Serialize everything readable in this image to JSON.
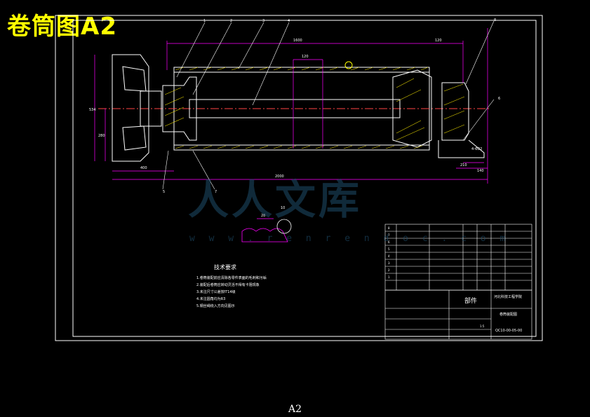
{
  "title": "卷筒图A2",
  "sheet_label": "A2",
  "watermark": {
    "text": "人人文库",
    "url": "w w w . r e n r e n d o c . c o m"
  },
  "drawing": {
    "part_numbers": [
      "1",
      "2",
      "3",
      "4",
      "5",
      "6",
      "7",
      "8"
    ],
    "dims": {
      "top_overall": "1600",
      "top_right": "120",
      "inner": "120",
      "bottom_total": "2000",
      "bottom_left": "400",
      "right_a": "210",
      "right_b": "140",
      "bolt": "4-Φ22",
      "left_h1": "534",
      "left_h2": "280"
    },
    "detail_dims": {
      "a": "28",
      "b": "10"
    }
  },
  "tech_req": {
    "heading": "技术要求",
    "lines": [
      "1.卷筒装配前应清除各零件表面的毛刺和污垢",
      "2.装配后卷筒应转动灵活不得有卡阻现象",
      "3.未注尺寸公差按IT14级",
      "4.未注圆角均为R3",
      "5.钢丝绳绕入方向见图示"
    ]
  },
  "title_block": {
    "part": "部件",
    "school": "河北科技工程学院",
    "drawing_name": "卷筒装配图",
    "drawing_no": "QC10-00-05-00",
    "scale": "1:5"
  }
}
